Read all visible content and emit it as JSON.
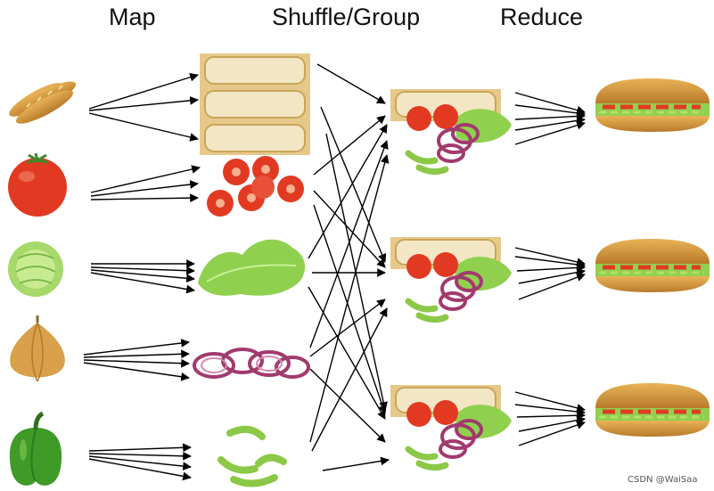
{
  "headers": {
    "map": "Map",
    "shuffle": "Shuffle/Group",
    "reduce": "Reduce"
  },
  "watermark": "CSDN @WaiSaa",
  "colors": {
    "bread": "#d9a441",
    "bread_light": "#f3e6c4",
    "tomato": "#e23a22",
    "lettuce": "#8fd14f",
    "onion_skin": "#d8a04a",
    "onion_ring": "#a23a6e",
    "pepper": "#5aa82a",
    "pepper_slice": "#b6de6a",
    "arrow": "#000000"
  },
  "ingredients": [
    {
      "name": "bread",
      "icon": "baguette-icon",
      "product_icon": "bread-slices-icon",
      "map_arrows": 3
    },
    {
      "name": "tomato",
      "icon": "tomato-icon",
      "product_icon": "tomato-slices-icon",
      "map_arrows": 3
    },
    {
      "name": "lettuce",
      "icon": "lettuce-icon",
      "product_icon": "lettuce-leaf-icon",
      "map_arrows": 4
    },
    {
      "name": "onion",
      "icon": "onion-icon",
      "product_icon": "onion-rings-icon",
      "map_arrows": 4
    },
    {
      "name": "pepper",
      "icon": "pepper-icon",
      "product_icon": "pepper-slices-icon",
      "map_arrows": 4
    }
  ],
  "groups": 3,
  "reduce_arrows_per_group": 5,
  "output_icon": "sandwich-icon"
}
